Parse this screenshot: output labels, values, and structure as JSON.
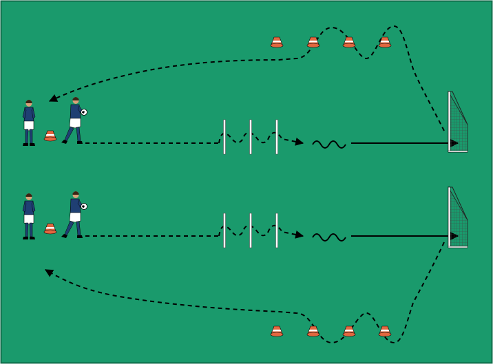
{
  "colors": {
    "pitch": "#1a9a6c",
    "pitch_border": "#0f6a48",
    "line": "#000000",
    "pole": "#ffffff",
    "cone": "#e2673f",
    "cone_stripe": "#ffffff",
    "jersey": "#1f3f73",
    "shorts": "#ffffff",
    "skin": "#d9a27a",
    "hair": "#3a2414",
    "goal_net": "#444444"
  },
  "drill": {
    "lanes": 2,
    "players_per_lane": 2,
    "poles_per_lane": 3,
    "cones_per_return_path": 4,
    "start_cones_per_lane": 1,
    "goals": 2
  },
  "icons": {
    "player": "player-with-ball-icon",
    "waiting_player": "player-icon",
    "cone": "cone-icon",
    "pole": "pole-icon",
    "goal": "goal-icon",
    "ball": "ball-icon"
  }
}
